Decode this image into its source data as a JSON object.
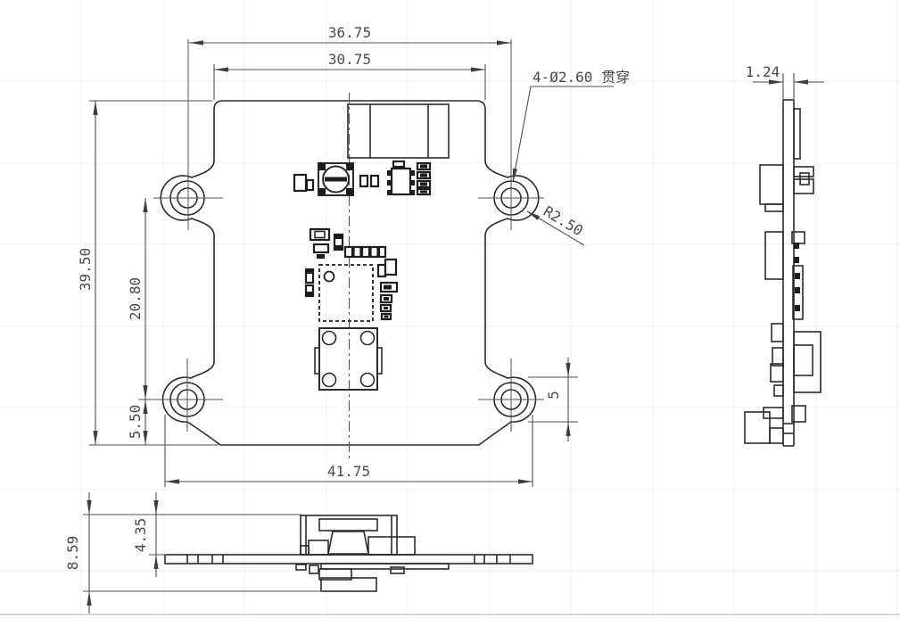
{
  "drawing": {
    "kind": "pcb-mechanical-drawing",
    "dims": {
      "front_width_holes": "36.75",
      "front_width_body": "30.75",
      "front_height": "39.50",
      "front_hole_spacing_v": "20.80",
      "front_hole_bottom": "5.50",
      "front_total_width": "41.75",
      "front_boss_diameter": "5",
      "side_thickness": "1.24",
      "bottom_overall": "8.59",
      "bottom_top_component": "4.35"
    },
    "callouts": {
      "holes": "4-Ø2.60 贯穿",
      "corner_radius": "R2.50"
    },
    "colors": {
      "line": "#2b2b2b",
      "dim": "#4f4f4f",
      "grid": "#f3f1ef",
      "page_border": "#d9d6d3",
      "background": "#ffffff"
    }
  }
}
